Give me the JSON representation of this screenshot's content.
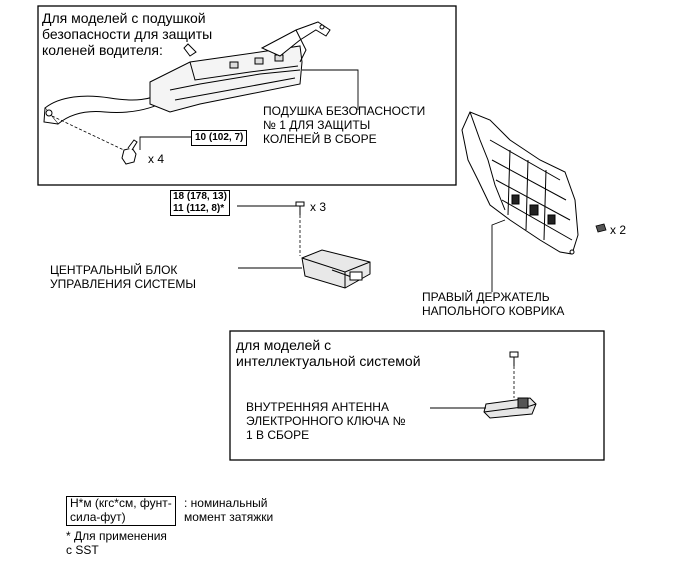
{
  "knee_airbag_box": {
    "title": "Для моделей с подушкой\nбезопасности для защиты\nколеней водителя:",
    "part_label": "ПОДУШКА БЕЗОПАСНОСТИ\n№ 1 ДЛЯ ЗАЩИТЫ\nКОЛЕНЕЙ В СБОРЕ",
    "torque": "10 (102, 7)",
    "bolt_qty": "x 4"
  },
  "center_unit": {
    "torque_line1": "18 (178, 13)",
    "torque_line2": "11 (112, 8)*",
    "bolt_qty": "x 3",
    "label": "ЦЕНТРАЛЬНЫЙ БЛОК\nУПРАВЛЕНИЯ СИСТЕМЫ"
  },
  "floor_mat_holder": {
    "label": "ПРАВЫЙ ДЕРЖАТЕЛЬ\nНАПОЛЬНОГО КОВРИКА",
    "clip_qty": "x 2"
  },
  "smart_box": {
    "title": "для моделей с\nинтеллектуальной системой",
    "label": "ВНУТРЕННЯЯ АНТЕННА\nЭЛЕКТРОННОГО КЛЮЧА №\n1 В СБОРЕ"
  },
  "legend": {
    "units_box": "Н*м (кгс*см, фунт-\nсила-фут)",
    "units_desc": ": номинальный\nмомент затяжки",
    "footnote": "* Для применения\nс SST"
  }
}
